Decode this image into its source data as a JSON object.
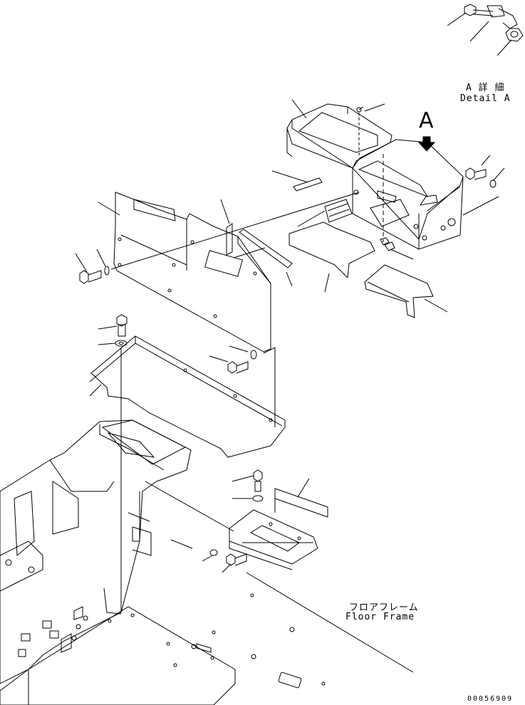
{
  "labels": {
    "detail_a_jp": "A 詳 細",
    "detail_a_en": "Detail A",
    "view_letter": "A",
    "floor_frame_jp": "フロアフレーム",
    "floor_frame_en": "Floor Frame",
    "doc_number": "00056909"
  },
  "colors": {
    "stroke": "#000000",
    "background": "#ffffff"
  }
}
